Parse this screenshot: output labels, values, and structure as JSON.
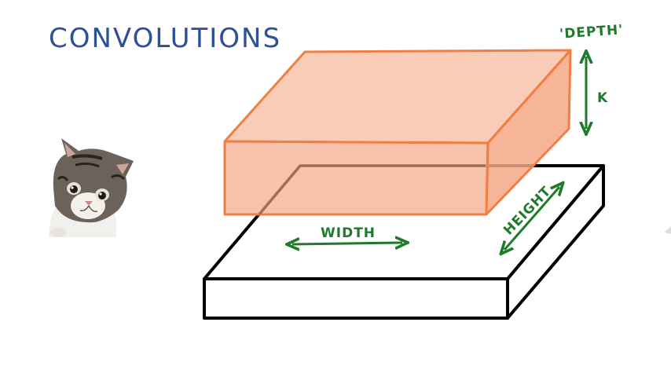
{
  "title": "CONVOLUTIONS",
  "labels": {
    "depth": "'DEPTH'",
    "k": "K",
    "width": "WIDTH",
    "height": "HEIGHT"
  },
  "colors": {
    "title_blue": "#2e4f9a",
    "label_green": "#1f7a2b",
    "box_orange_fill": "#f6b69b",
    "box_orange_stroke": "#f07e45",
    "outline_black": "#000000"
  },
  "icons": {
    "kitten": "kitten-photo"
  }
}
